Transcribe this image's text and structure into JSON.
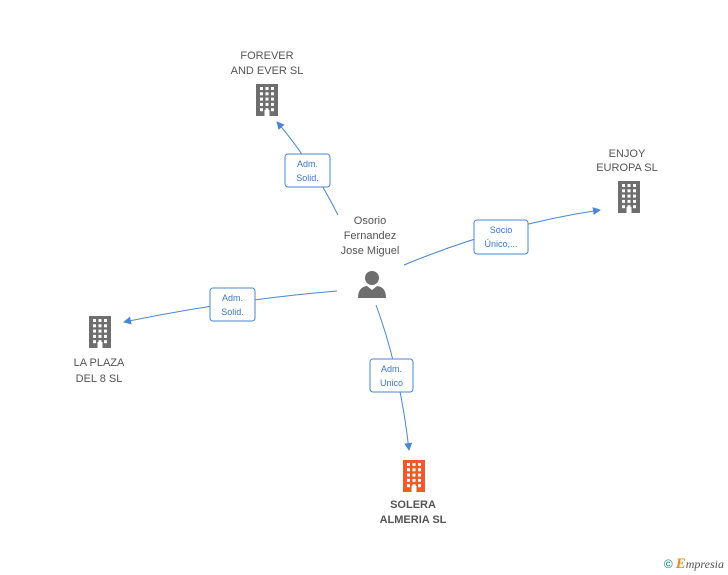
{
  "nodes": {
    "person": {
      "lines": [
        "Osorio",
        "Fernandez",
        "Jose Miguel"
      ]
    },
    "forever": {
      "lines": [
        "FOREVER",
        "AND EVER  SL"
      ]
    },
    "enjoy": {
      "lines": [
        "ENJOY",
        "EUROPA SL"
      ]
    },
    "laplaza": {
      "lines": [
        "LA PLAZA",
        "DEL 8 SL"
      ]
    },
    "solera": {
      "lines": [
        "SOLERA",
        "ALMERIA SL"
      ]
    }
  },
  "edges": {
    "to_forever": {
      "lines": [
        "Adm.",
        "Solid."
      ]
    },
    "to_enjoy": {
      "lines": [
        "Socio",
        "Único,..."
      ]
    },
    "to_laplaza": {
      "lines": [
        "Adm.",
        "Solid."
      ]
    },
    "to_solera": {
      "lines": [
        "Adm.",
        "Unico"
      ]
    }
  },
  "colors": {
    "edge": "#4a86d4",
    "building": "#6e6e6e",
    "building_main": "#f05a28",
    "person": "#6e6e6e"
  },
  "footer": {
    "copyright": "©",
    "brand_initial": "E",
    "brand_rest": "mpresia"
  }
}
